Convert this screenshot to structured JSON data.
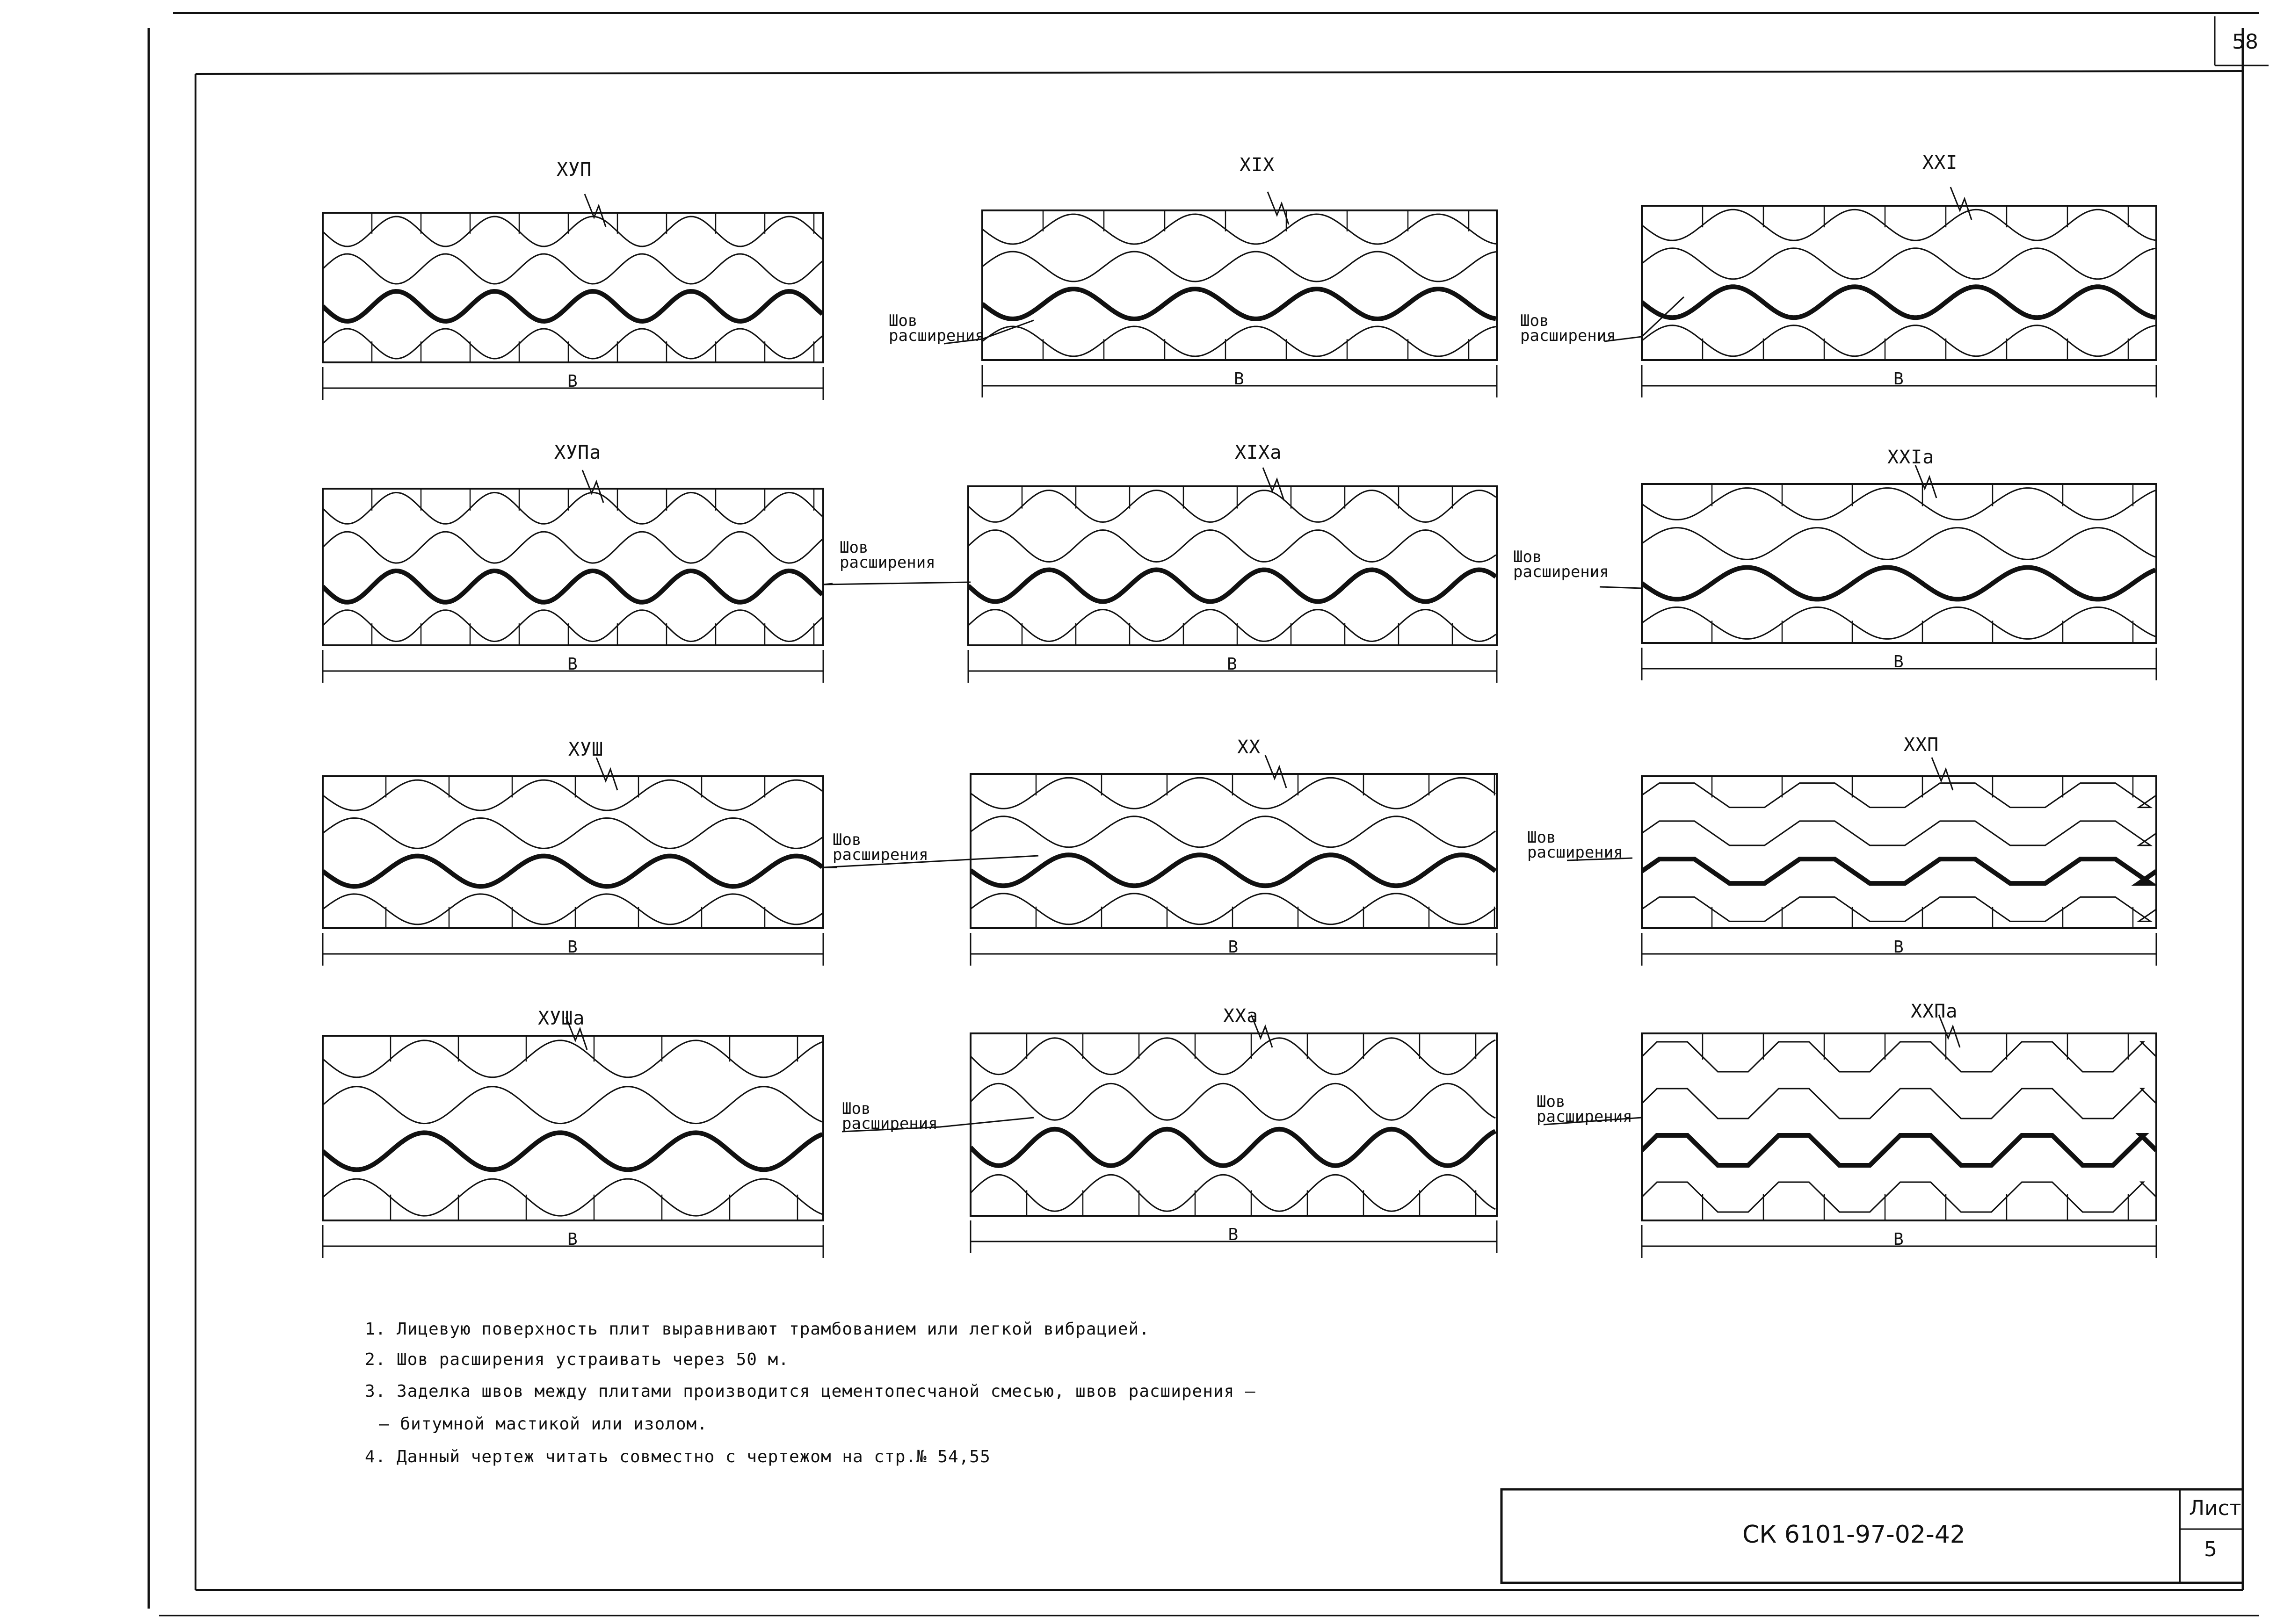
{
  "page_number": "58",
  "panels": [
    {
      "id": "p1",
      "title": "ХУП",
      "seam": "Шов расширения",
      "dim": "В"
    },
    {
      "id": "p2",
      "title": "XIX",
      "seam": "",
      "dim": "В"
    },
    {
      "id": "p3",
      "title": "XXI",
      "seam": "Шов расширения",
      "dim": "В"
    },
    {
      "id": "p4",
      "title": "ХУПа",
      "seam": "Шов расширения",
      "dim": "В"
    },
    {
      "id": "p5",
      "title": "XIXа",
      "seam": "",
      "dim": "В"
    },
    {
      "id": "p6",
      "title": "XXIа",
      "seam": "Шов расширения",
      "dim": "В"
    },
    {
      "id": "p7",
      "title": "ХУШ",
      "seam": "Шов расширения",
      "dim": "В"
    },
    {
      "id": "p8",
      "title": "XX",
      "seam": "",
      "dim": "В"
    },
    {
      "id": "p9",
      "title": "XXП",
      "seam": "Шов расширения",
      "dim": "В"
    },
    {
      "id": "p10",
      "title": "ХУШа",
      "seam": "Шов расширения",
      "dim": "В"
    },
    {
      "id": "p11",
      "title": "XXа",
      "seam": "",
      "dim": "В"
    },
    {
      "id": "p12",
      "title": "XXПа",
      "seam": "Шов расширения",
      "dim": "В"
    }
  ],
  "notes": [
    "1. Лицевую поверхность плит выравнивают трамбованием или легкой вибрацией.",
    "2. Шов расширения устраивать через 50 м.",
    "3. Заделка швов между плитами производится цементопесчаной смесью, швов расширения –",
    "– битумной мастикой или изолом.",
    "4. Данный чертеж читать совместно с чертежом на стр.№ 54,55"
  ],
  "stamp": {
    "code": "СК 6101-97-02-42",
    "sheet_label": "Лист",
    "sheet_number": "5"
  }
}
